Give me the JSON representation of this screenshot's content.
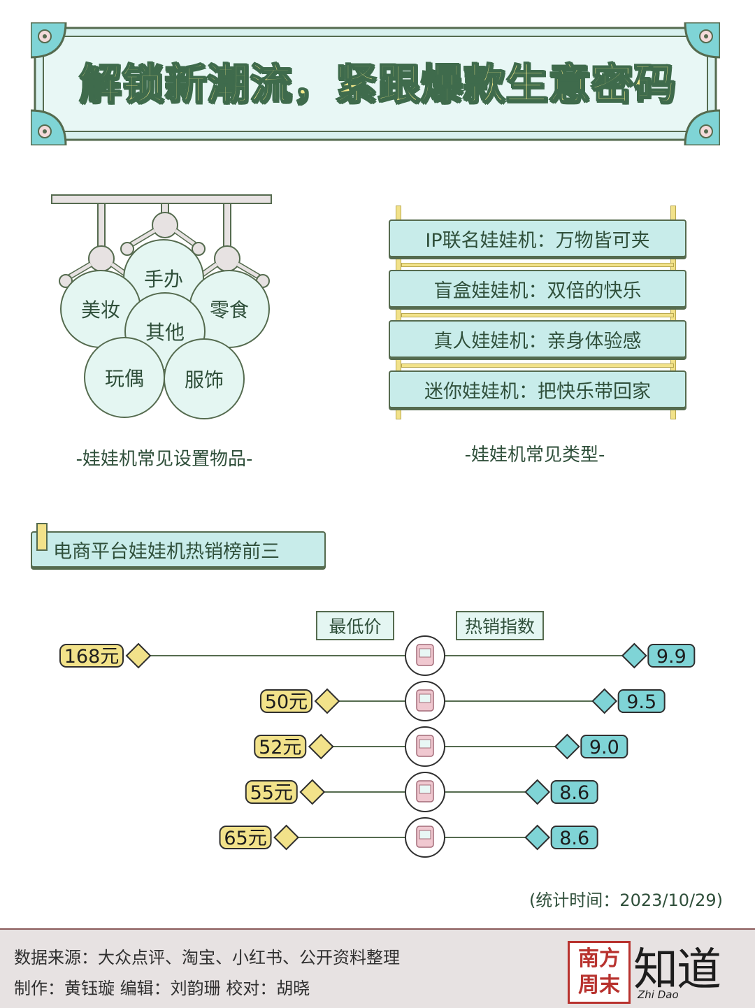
{
  "title": "解锁新潮流，紧跟爆款生意密码",
  "items": {
    "caption": "-娃娃机常见设置物品-",
    "labels": [
      "手办",
      "美妆",
      "零食",
      "其他",
      "玩偶",
      "服饰"
    ]
  },
  "types": {
    "caption": "-娃娃机常见类型-",
    "boards": [
      "IP联名娃娃机：万物皆可夹",
      "盲盒娃娃机：双倍的快乐",
      "真人娃娃机：亲身体验感",
      "迷你娃娃机：把快乐带回家"
    ]
  },
  "section_title": "电商平台娃娃机热销榜前三",
  "colors": {
    "price_fill": "#f2e28a",
    "index_fill": "#7fd4d6",
    "line": "#556b4f",
    "board": "#c8ecea"
  },
  "chart_data": {
    "type": "bar",
    "header_left": "最低价",
    "header_right": "热销指数",
    "series": [
      {
        "name": "最低价",
        "values": [
          168,
          50,
          52,
          55,
          65
        ],
        "labels": [
          "168元",
          "50元",
          "52元",
          "55元",
          "65元"
        ]
      },
      {
        "name": "热销指数",
        "values": [
          9.9,
          9.5,
          9.0,
          8.6,
          8.6
        ],
        "labels": [
          "9.9",
          "9.5",
          "9.0",
          "8.6",
          "8.6"
        ]
      }
    ]
  },
  "stat_time": "(统计时间：2023/10/29)",
  "footer": {
    "source": "数据来源：大众点评、淘宝、小红书、公开资料整理",
    "credits": "制作：黄钰璇  编辑：刘韵珊  校对：胡晓",
    "logo_seal": "南方周末",
    "logo_text": "知道",
    "logo_sub": "Zhi Dao"
  }
}
